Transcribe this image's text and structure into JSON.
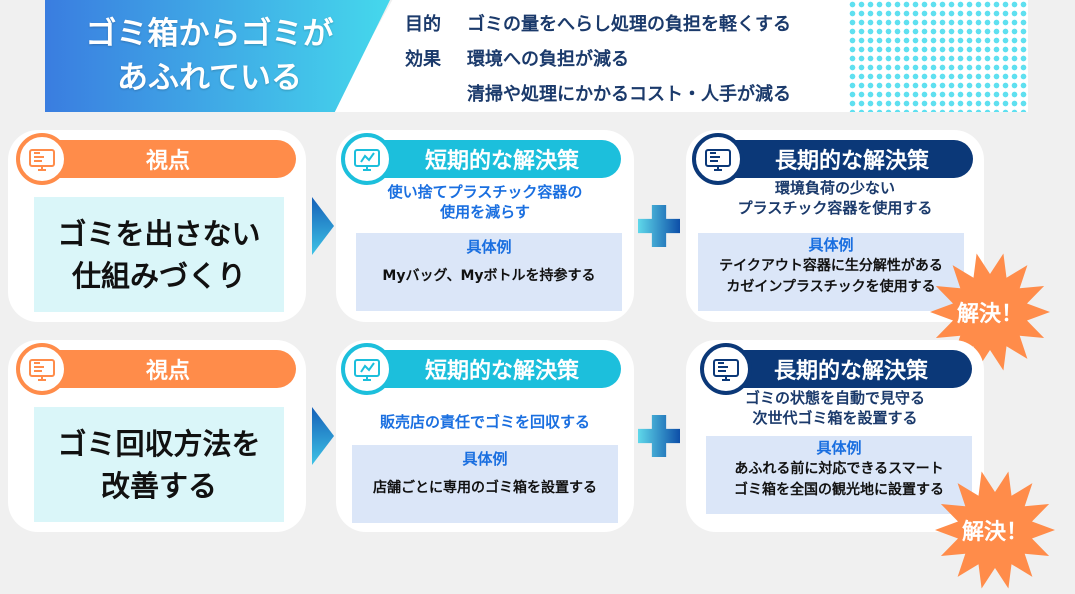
{
  "header": {
    "title_lines": [
      "ゴミ箱からゴミが",
      "あふれている"
    ],
    "purpose_label": "目的",
    "purpose": "ゴミの量をへらし処理の負担を軽くする",
    "effect_label": "効果",
    "effects": [
      "環境への負担が減る",
      "清掃や処理にかかるコスト・人手が減る"
    ]
  },
  "rows": [
    {
      "perspective_label": "視点",
      "perspective": [
        "ゴミを出さない",
        "仕組みづくり"
      ],
      "short": {
        "label": "短期的な解決策",
        "text": [
          "使い捨てプラスチック容器の",
          "使用を減らす"
        ],
        "example_label": "具体例",
        "example": [
          "Myバッグ、Myボトルを持参する"
        ]
      },
      "long": {
        "label": "長期的な解決策",
        "text": [
          "環境負荷の少ない",
          "プラスチック容器を使用する"
        ],
        "example_label": "具体例",
        "example": [
          "テイクアウト容器に生分解性がある",
          "カゼインプラスチックを使用する"
        ]
      },
      "badge": "解決！"
    },
    {
      "perspective_label": "視点",
      "perspective": [
        "ゴミ回収方法を",
        "改善する"
      ],
      "short": {
        "label": "短期的な解決策",
        "text": [
          "販売店の責任でゴミを回収する"
        ],
        "example_label": "具体例",
        "example": [
          "店舗ごとに専用のゴミ箱を設置する"
        ]
      },
      "long": {
        "label": "長期的な解決策",
        "text": [
          "ゴミの状態を自動で見守る",
          "次世代ゴミ箱を設置する"
        ],
        "example_label": "具体例",
        "example": [
          "あふれる前に対応できるスマート",
          "ゴミ箱を全国の観光地に設置する"
        ]
      },
      "badge": "解決！"
    }
  ],
  "colors": {
    "orange": "#ff8c4a",
    "cyan": "#1cbfdc",
    "navy": "#0b3878",
    "blue_text": "#1a6fe0"
  }
}
